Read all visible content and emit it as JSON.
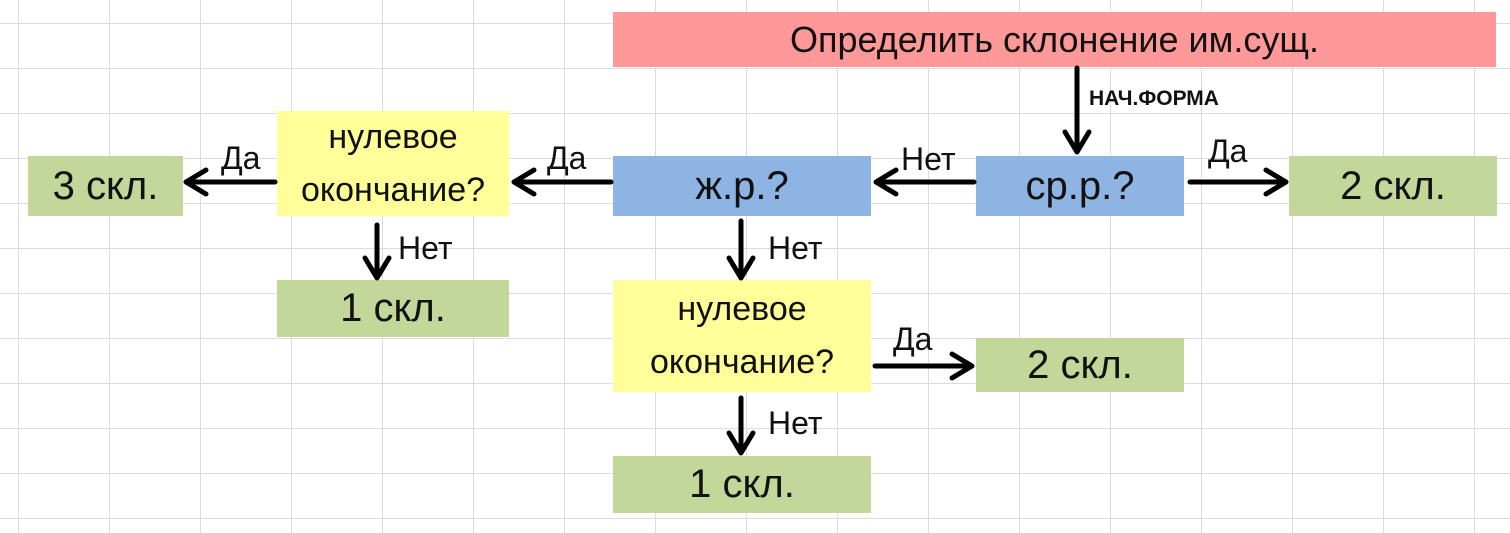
{
  "title": "Определить склонение им.сущ.",
  "start_label": "НАЧ.ФОРМА",
  "nodes": {
    "neuter_question": "ср.р.?",
    "feminine_question": "ж.р.?",
    "zero_ending_left": [
      "нулевое",
      "окончание?"
    ],
    "zero_ending_center": [
      "нулевое",
      "окончание?"
    ],
    "decl_2_right": "2 скл.",
    "decl_3_left": "3 скл.",
    "decl_1_left": "1 скл.",
    "decl_2_center": "2 скл.",
    "decl_1_bottom": "1 скл."
  },
  "edge_labels": {
    "yes_neuter": "Да",
    "no_neuter": "Нет",
    "yes_feminine": "Да",
    "no_feminine": "Нет",
    "yes_zero_left": "Да",
    "no_zero_left": "Нет",
    "yes_zero_center": "Да",
    "no_zero_center": "Нет"
  },
  "colors": {
    "title": "#ff9999",
    "question": "#8db4e2",
    "condition": "#ffff99",
    "result": "#c4d79b",
    "arrow": "#000000"
  }
}
